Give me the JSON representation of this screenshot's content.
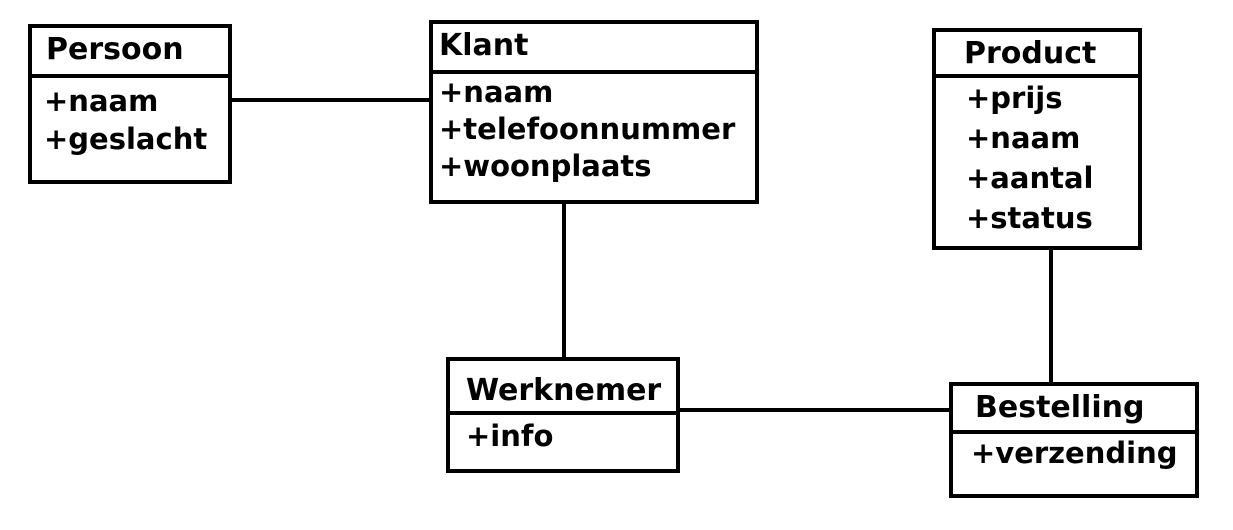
{
  "classes": {
    "persoon": {
      "name": "Persoon",
      "attributes": [
        "+naam",
        "+geslacht"
      ]
    },
    "klant": {
      "name": "Klant",
      "attributes": [
        "+naam",
        "+telefoonnummer",
        "+woonplaats"
      ]
    },
    "product": {
      "name": "Product",
      "attributes": [
        "+prijs",
        "+naam",
        "+aantal",
        "+status"
      ]
    },
    "werknemer": {
      "name": "Werknemer",
      "attributes": [
        "+info"
      ]
    },
    "bestelling": {
      "name": "Bestelling",
      "attributes": [
        "+verzending"
      ]
    }
  },
  "associations": [
    {
      "from": "Persoon",
      "to": "Klant"
    },
    {
      "from": "Klant",
      "to": "Werknemer"
    },
    {
      "from": "Werknemer",
      "to": "Bestelling"
    },
    {
      "from": "Product",
      "to": "Bestelling"
    }
  ],
  "colors": {
    "line": "#000000",
    "background": "#ffffff"
  }
}
